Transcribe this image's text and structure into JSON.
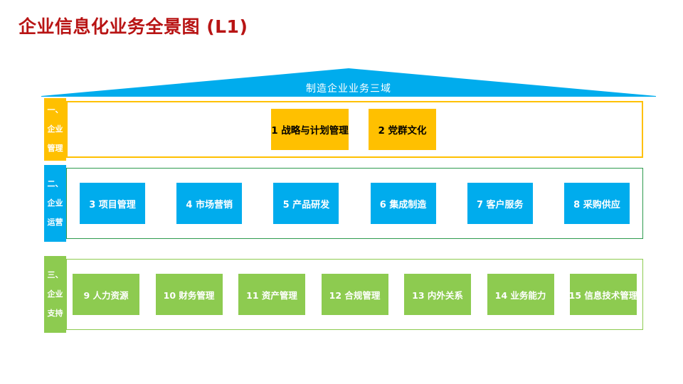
{
  "slide": {
    "title": "企业信息化业务全景图 (L1)",
    "title_color": "#B81414"
  },
  "roof": {
    "label": "制造企业业务三域",
    "color": "#00ACED",
    "text_color": "#FFFFFF"
  },
  "bands": [
    {
      "id": "management",
      "tab_label": "一、\n企业\n管理",
      "tab_lines": [
        "一、",
        "企业",
        "管理"
      ],
      "accent_color": "#FFC000",
      "frame_color": "#FFC000",
      "cells": [
        {
          "number": "1",
          "label": "1 战略与计划管理"
        },
        {
          "number": "2",
          "label": "2 党群文化"
        }
      ]
    },
    {
      "id": "operations",
      "tab_label": "二、\n企业\n运营",
      "tab_lines": [
        "二、",
        "企业",
        "运营"
      ],
      "accent_color": "#00ACED",
      "frame_color": "#2E9B4E",
      "cells": [
        {
          "number": "3",
          "label": "3 项目管理"
        },
        {
          "number": "4",
          "label": "4 市场营销"
        },
        {
          "number": "5",
          "label": "5 产品研发"
        },
        {
          "number": "6",
          "label": "6 集成制造"
        },
        {
          "number": "7",
          "label": "7 客户服务"
        },
        {
          "number": "8",
          "label": "8 采购供应"
        }
      ]
    },
    {
      "id": "support",
      "tab_label": "三、\n企业\n支持",
      "tab_lines": [
        "三、",
        "企业",
        "支持"
      ],
      "accent_color": "#8DCB50",
      "frame_color": "#8DCB50",
      "cells": [
        {
          "number": "9",
          "label": "9 人力资源"
        },
        {
          "number": "10",
          "label": "10 财务管理"
        },
        {
          "number": "11",
          "label": "11 资产管理"
        },
        {
          "number": "12",
          "label": "12 合规管理"
        },
        {
          "number": "13",
          "label": "13 内外关系"
        },
        {
          "number": "14",
          "label": "14 业务能力"
        },
        {
          "number": "15",
          "label": "15 信息技术管理"
        }
      ]
    }
  ]
}
